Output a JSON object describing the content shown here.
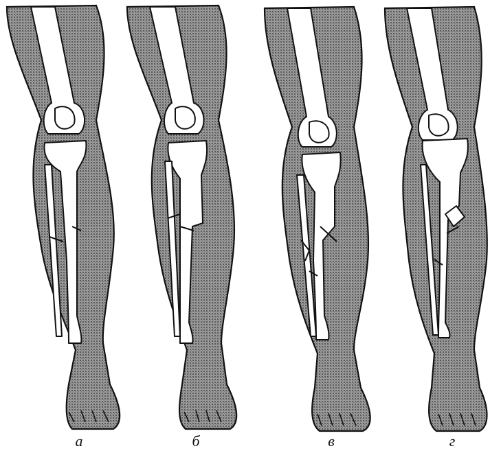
{
  "figure": {
    "panels": [
      {
        "label": "a"
      },
      {
        "label": "б"
      },
      {
        "label": "в"
      },
      {
        "label": "г"
      }
    ]
  },
  "colors": {
    "skin": "#8a8a8a",
    "bone": "#ffffff",
    "ink": "#111111"
  }
}
